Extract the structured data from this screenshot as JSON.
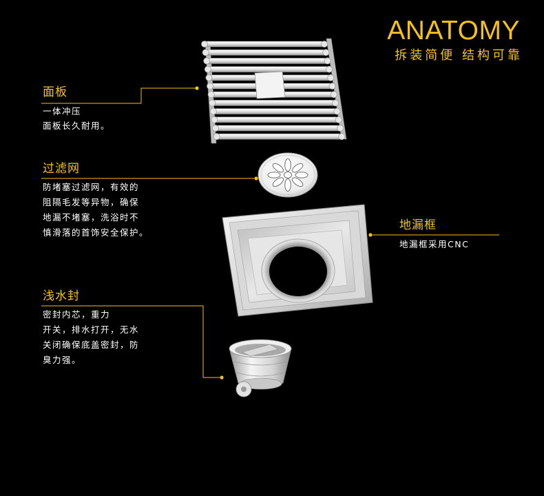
{
  "header": {
    "title": "ANATOMY",
    "subtitle": "拆装简便 结构可靠"
  },
  "callouts": {
    "panel": {
      "label": "面板",
      "lines": [
        "一体冲压",
        "面板长久耐用。"
      ]
    },
    "filter": {
      "label": "过滤网",
      "lines": [
        "防堵塞过滤网，有效的",
        "阻隔毛发等异物，确保",
        "地漏不堵塞，洗浴时不",
        "慎滑落的首饰安全保护。"
      ]
    },
    "seal": {
      "label": "浅水封",
      "lines": [
        "密封内芯，重力",
        "开关，排水打开，无水",
        "关闭确保底盖密封，防",
        "臭力强。"
      ]
    },
    "frame": {
      "label": "地漏框",
      "lines": [
        "地漏框采用CNC"
      ]
    }
  },
  "colors": {
    "background": "#000000",
    "accent": "#f4c21b",
    "text": "#ffffff"
  }
}
